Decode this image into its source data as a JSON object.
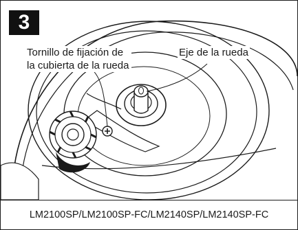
{
  "step": {
    "number": "3"
  },
  "labels": {
    "screw": "Tornillo de fijación de la cubierta de la rueda",
    "axle": "Eje de la rueda"
  },
  "caption": {
    "models": "LM2100SP/LM2100SP-FC/LM2140SP/LM2140SP-FC"
  }
}
